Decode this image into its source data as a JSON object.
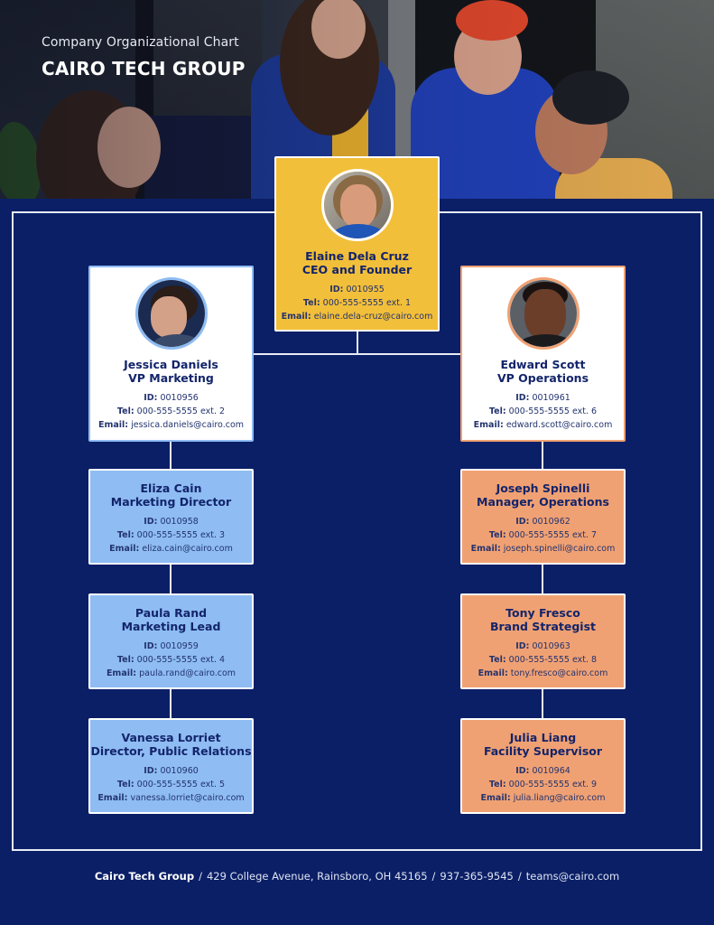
{
  "header": {
    "subtitle": "Company Organizational Chart",
    "title": "CAIRO TECH GROUP"
  },
  "colors": {
    "background": "#0b1f66",
    "ceo_card": "#f2bf3a",
    "marketing_accent": "#8ebcf3",
    "operations_accent": "#f0a173",
    "text_dark": "#13246a",
    "frame_line": "#e8ecf6"
  },
  "labels": {
    "id": "ID:",
    "tel": "Tel:",
    "email": "Email:"
  },
  "ceo": {
    "name": "Elaine Dela Cruz",
    "role": "CEO and Founder",
    "id": "0010955",
    "tel": "000-555-5555 ext. 1",
    "email": "elaine.dela-cruz@cairo.com",
    "photo": "avatar-photo"
  },
  "marketing": {
    "vp": {
      "name": "Jessica Daniels",
      "role": "VP Marketing",
      "id": "0010956",
      "tel": "000-555-5555 ext. 2",
      "email": "jessica.daniels@cairo.com",
      "photo": "avatar-photo"
    },
    "members": [
      {
        "name": "Eliza Cain",
        "role": "Marketing Director",
        "id": "0010958",
        "tel": "000-555-5555 ext. 3",
        "email": "eliza.cain@cairo.com"
      },
      {
        "name": "Paula Rand",
        "role": "Marketing Lead",
        "id": "0010959",
        "tel": "000-555-5555 ext. 4",
        "email": "paula.rand@cairo.com"
      },
      {
        "name": "Vanessa Lorriet",
        "role": "Director, Public Relations",
        "id": "0010960",
        "tel": "000-555-5555 ext. 5",
        "email": "vanessa.lorriet@cairo.com"
      }
    ]
  },
  "operations": {
    "vp": {
      "name": "Edward Scott",
      "role": "VP Operations",
      "id": "0010961",
      "tel": "000-555-5555 ext. 6",
      "email": "edward.scott@cairo.com",
      "photo": "avatar-photo"
    },
    "members": [
      {
        "name": "Joseph Spinelli",
        "role": "Manager, Operations",
        "id": "0010962",
        "tel": "000-555-5555 ext. 7",
        "email": "joseph.spinelli@cairo.com"
      },
      {
        "name": "Tony Fresco",
        "role": "Brand Strategist",
        "id": "0010963",
        "tel": "000-555-5555 ext. 8",
        "email": "tony.fresco@cairo.com"
      },
      {
        "name": "Julia Liang",
        "role": "Facility Supervisor",
        "id": "0010964",
        "tel": "000-555-5555 ext. 9",
        "email": "julia.liang@cairo.com"
      }
    ]
  },
  "footer": {
    "company": "Cairo Tech Group",
    "separator": "/",
    "address": "429 College Avenue, Rainsboro, OH 45165",
    "phone": "937-365-9545",
    "email": "teams@cairo.com"
  }
}
